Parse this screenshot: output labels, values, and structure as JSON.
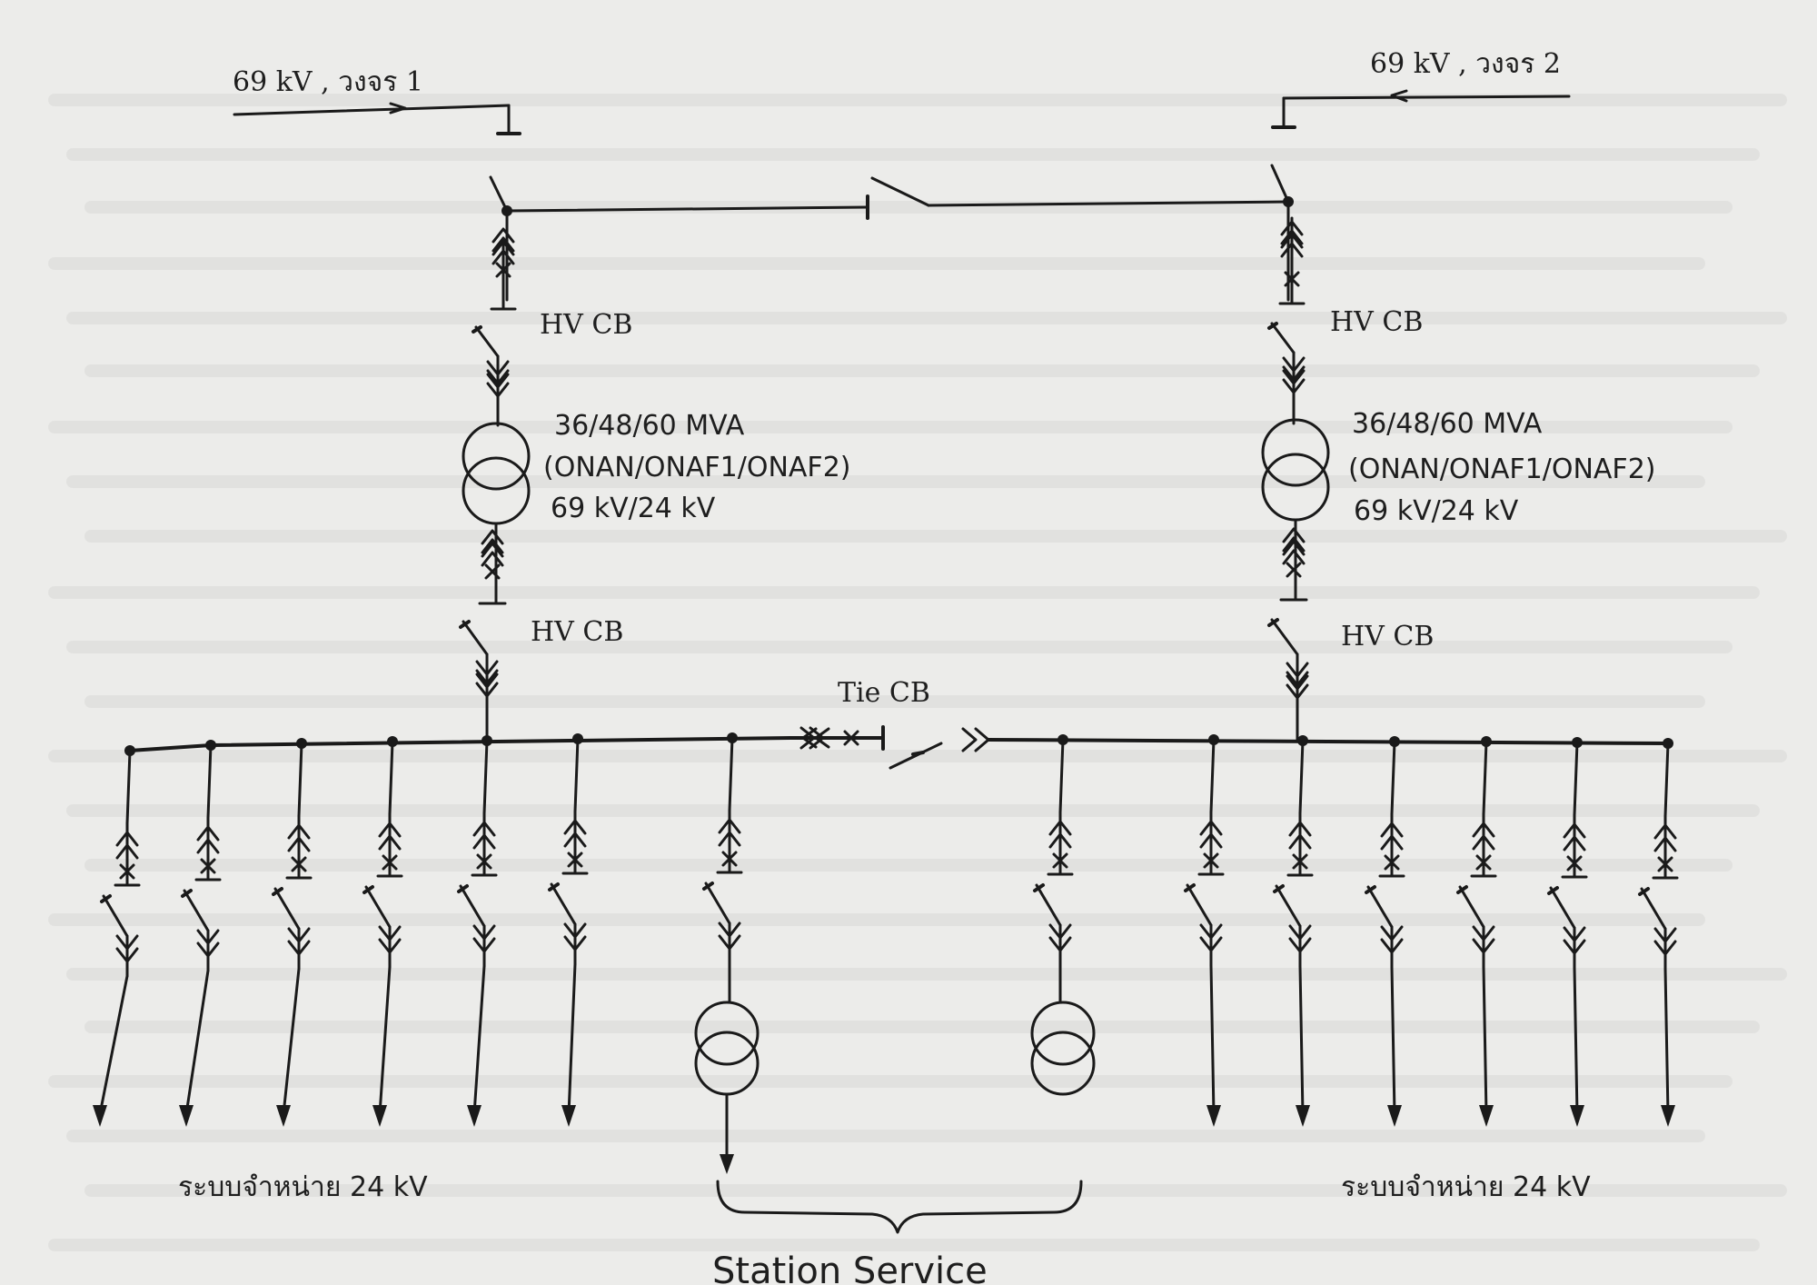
{
  "incoming": {
    "line1": "69 kV , วงจร 1",
    "line2": "69 kV , วงจร 2"
  },
  "breakers": {
    "hv_cb_upper_left": "HV CB",
    "hv_cb_upper_right": "HV CB",
    "hv_cb_lower_left": "HV CB",
    "hv_cb_lower_right": "HV CB",
    "tie_cb": "Tie CB"
  },
  "transformer_left": {
    "rating": "36/48/60 MVA",
    "cooling": "(ONAN/ONAF1/ONAF2)",
    "voltage": "69 kV/24 kV"
  },
  "transformer_right": {
    "rating": "36/48/60 MVA",
    "cooling": "(ONAN/ONAF1/ONAF2)",
    "voltage": "69 kV/24 kV"
  },
  "distribution": {
    "left": "ระบบจำหน่าย 24 kV",
    "right": "ระบบจำหน่าย 24 kV"
  },
  "station_service": "Station Service",
  "colors": {
    "background": "#ececea",
    "ink": "#1a1a1a"
  }
}
